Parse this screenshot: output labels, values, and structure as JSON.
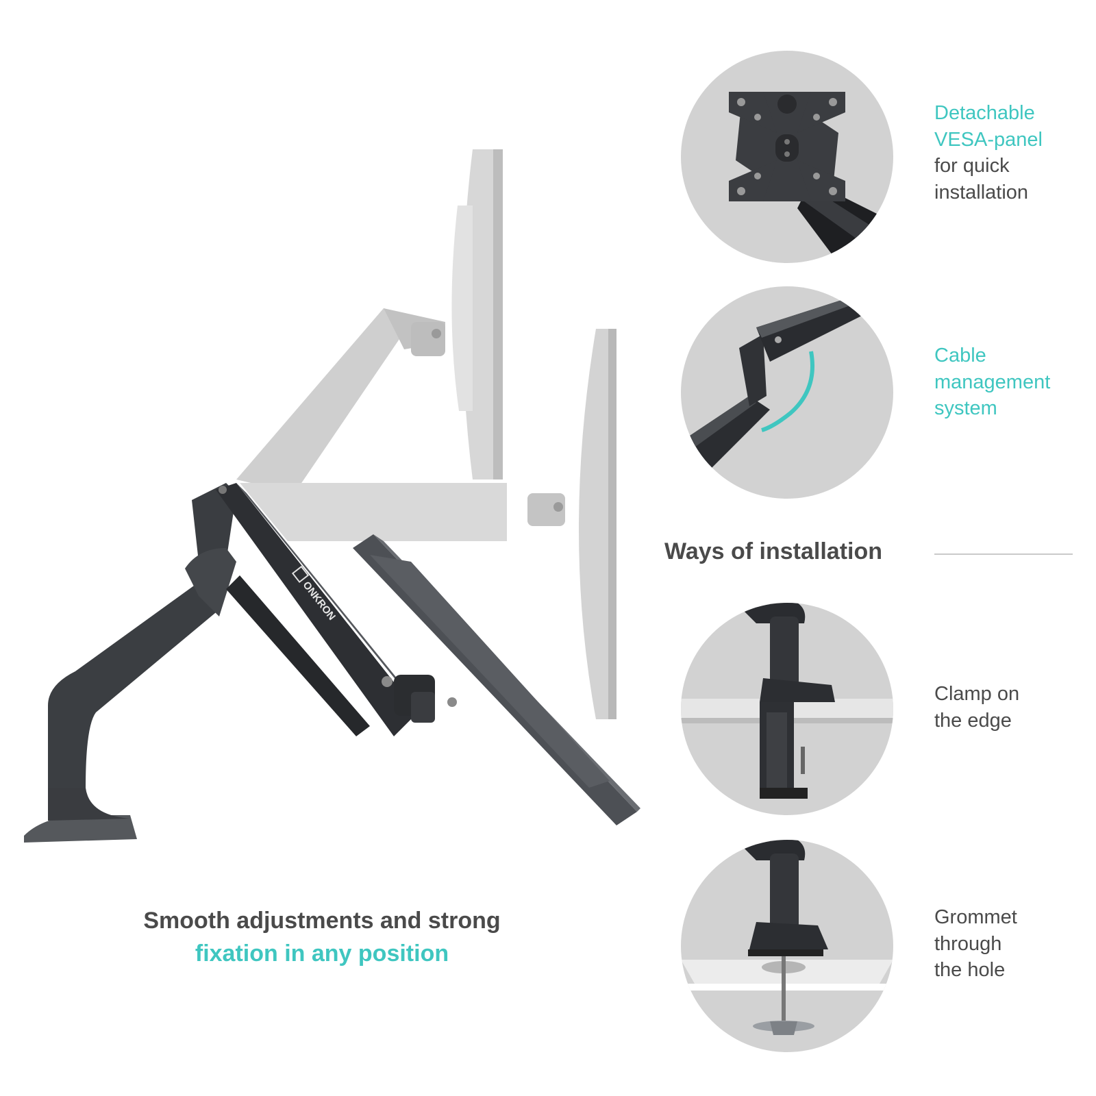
{
  "colors": {
    "accent": "#3fc6c0",
    "dark": "#4a4a4a",
    "circle_bg": "#d2d2d2",
    "arm_dark": "#333538",
    "arm_ghost": "#c7c7c7"
  },
  "brand": {
    "logo_text": "ONKRON"
  },
  "tagline": {
    "line1": "Smooth adjustments and strong",
    "line2": "fixation in any position"
  },
  "features": [
    {
      "accent_lines": [
        "Detachable",
        "VESA-panel"
      ],
      "plain_lines": [
        "for quick",
        "installation"
      ]
    },
    {
      "accent_lines": [
        "Cable",
        "management",
        "system"
      ],
      "plain_lines": []
    }
  ],
  "installation": {
    "title": "Ways of installation",
    "methods": [
      {
        "lines": [
          "Clamp on",
          "the edge"
        ]
      },
      {
        "lines": [
          "Grommet",
          "through",
          "the hole"
        ]
      }
    ]
  }
}
